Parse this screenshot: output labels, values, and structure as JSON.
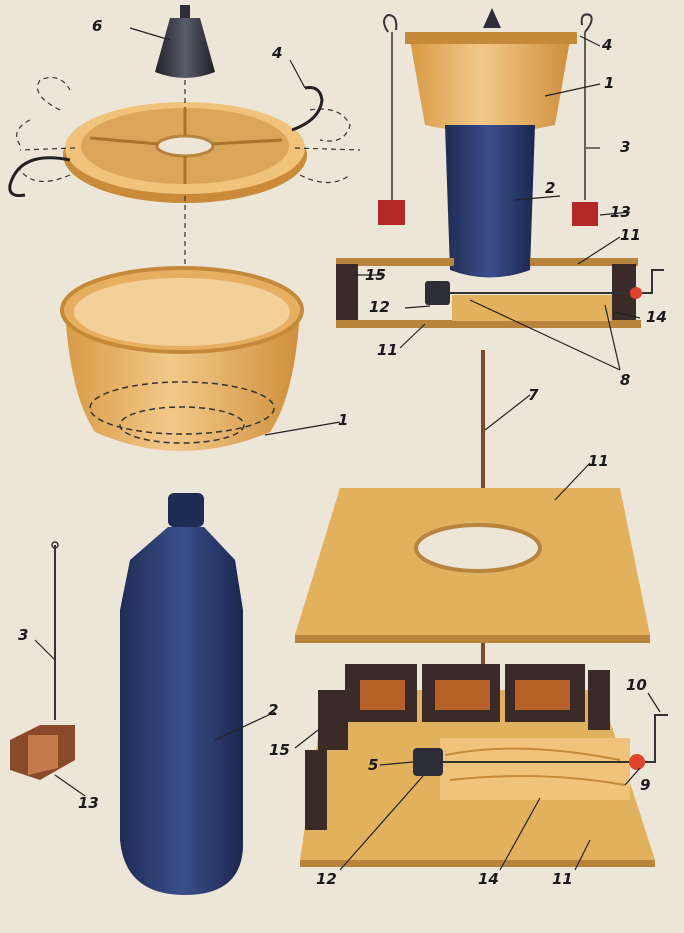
{
  "labels": {
    "l1a": "1",
    "l1b": "1",
    "l2a": "2",
    "l2b": "2",
    "l3a": "3",
    "l3b": "3",
    "l4a": "4",
    "l4b": "4",
    "l5": "5",
    "l6": "6",
    "l7": "7",
    "l8": "8",
    "l9": "9",
    "l10": "10",
    "l11a": "11",
    "l11b": "11",
    "l11c": "11",
    "l11d": "11",
    "l12a": "12",
    "l12b": "12",
    "l13a": "13",
    "l13b": "13",
    "l14a": "14",
    "l14b": "14",
    "l15a": "15",
    "l15b": "15"
  },
  "colors": {
    "paper": "#ece6d8",
    "wood": "#e2b15e",
    "wood_dark": "#b8833b",
    "bucket": "#e8b567",
    "bottle": "#2e3f73",
    "bottle_dark": "#1e2b55",
    "cap": "#2c2d38",
    "weight": "#b52828",
    "bead": "#e0432c",
    "tile": "#3a2a28"
  }
}
